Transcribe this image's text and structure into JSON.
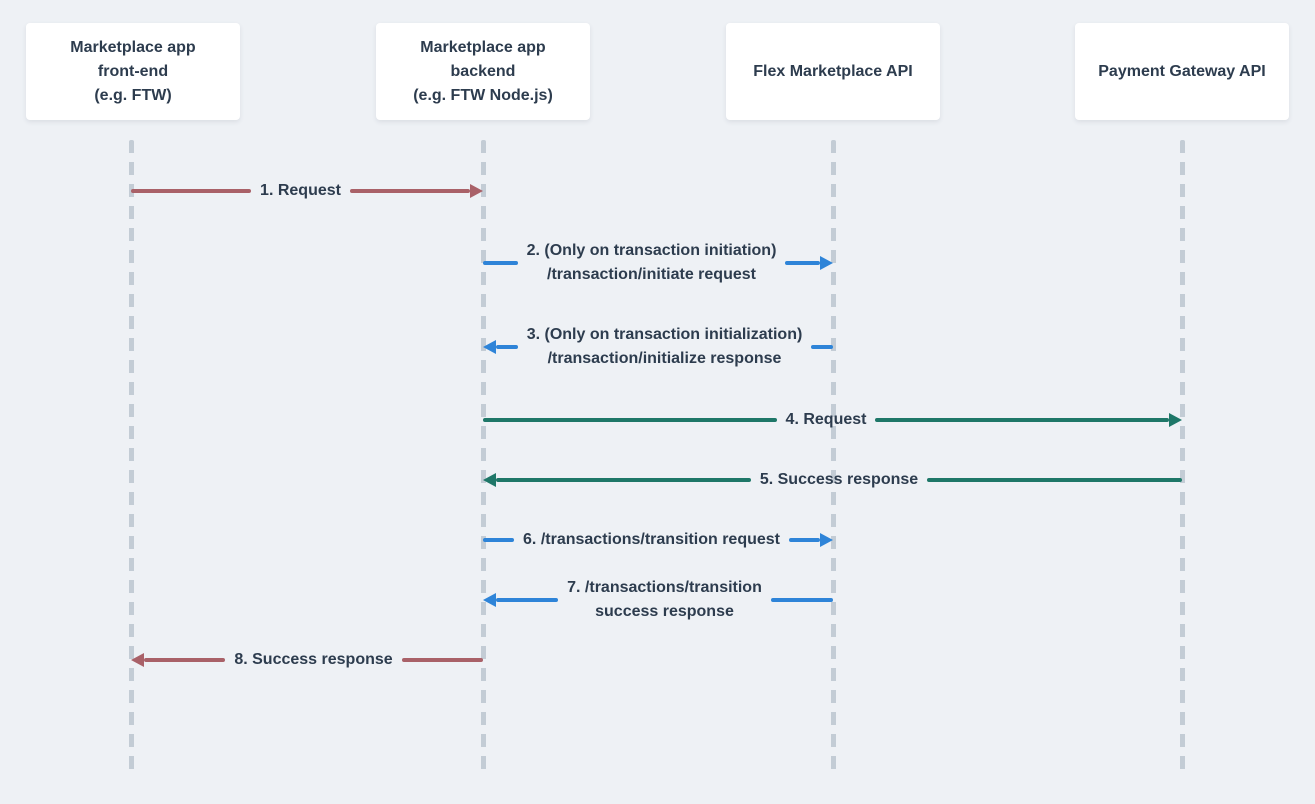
{
  "diagram_type": "sequence-diagram",
  "colors": {
    "background": "#eef1f5",
    "actor_box_background": "#ffffff",
    "text": "#2d3c4e",
    "lifeline": "#c3ccd5",
    "arrow_red": "#a96168",
    "arrow_blue": "#2e84d8",
    "arrow_green": "#1e7768"
  },
  "actors": [
    {
      "id": "frontend",
      "lines": [
        "Marketplace app",
        "front-end",
        "(e.g. FTW)"
      ]
    },
    {
      "id": "backend",
      "lines": [
        "Marketplace app",
        "backend",
        "(e.g. FTW Node.js)"
      ]
    },
    {
      "id": "flex-api",
      "lines": [
        "Flex Marketplace API"
      ]
    },
    {
      "id": "payment-api",
      "lines": [
        "Payment Gateway API"
      ]
    }
  ],
  "messages": [
    {
      "step": 1,
      "from": "frontend",
      "to": "backend",
      "color": "red",
      "direction": "right",
      "label_lines": [
        "1. Request"
      ]
    },
    {
      "step": 2,
      "from": "backend",
      "to": "flex-api",
      "color": "blue",
      "direction": "right",
      "label_lines": [
        "2. (Only on transaction initiation)",
        "/transaction/initiate request"
      ]
    },
    {
      "step": 3,
      "from": "flex-api",
      "to": "backend",
      "color": "blue",
      "direction": "left",
      "label_lines": [
        "3. (Only on transaction initialization)",
        "/transaction/initialize response"
      ]
    },
    {
      "step": 4,
      "from": "backend",
      "to": "payment-api",
      "color": "green",
      "direction": "right",
      "label_lines": [
        "4. Request"
      ]
    },
    {
      "step": 5,
      "from": "payment-api",
      "to": "backend",
      "color": "green",
      "direction": "left",
      "label_lines": [
        "5. Success response"
      ]
    },
    {
      "step": 6,
      "from": "backend",
      "to": "flex-api",
      "color": "blue",
      "direction": "right",
      "label_lines": [
        "6. /transactions/transition request"
      ]
    },
    {
      "step": 7,
      "from": "flex-api",
      "to": "backend",
      "color": "blue",
      "direction": "left",
      "label_lines": [
        "7. /transactions/transition",
        "success response"
      ]
    },
    {
      "step": 8,
      "from": "backend",
      "to": "frontend",
      "color": "red",
      "direction": "left",
      "label_lines": [
        "8. Success response"
      ]
    }
  ]
}
